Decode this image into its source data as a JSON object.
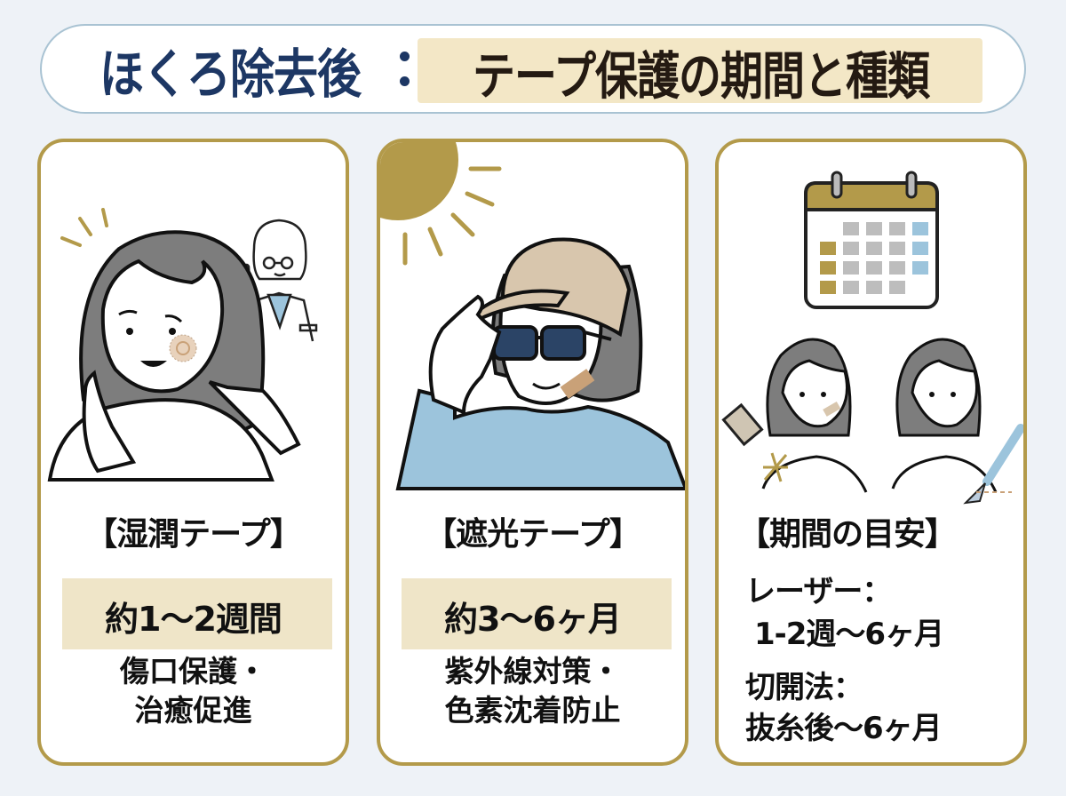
{
  "header": {
    "title_main": "ほくろ除去後",
    "title_separator": ":",
    "title_highlight": "テープ保護の期間と種類"
  },
  "cards": [
    {
      "illustration": "woman-touching-cheek-with-patch-and-doctor-advising",
      "heading": "【湿潤テープ】",
      "period": "約1〜2週間",
      "description_lines": [
        "傷口保護・",
        "治癒促進"
      ]
    },
    {
      "illustration": "woman-with-cap-sunglasses-and-tape-under-sun",
      "heading": "【遮光テープ】",
      "period": "約3〜6ヶ月",
      "description_lines": [
        "紫外線対策・",
        "色素沈着防止"
      ]
    },
    {
      "illustration": "calendar-and-two-women-laser-and-scalpel",
      "heading": "【期間の目安】",
      "entries": [
        {
          "label": "レーザー：",
          "value": "1-2週〜6ヶ月"
        },
        {
          "label": "切開法：",
          "value": "抜糸後〜6ヶ月"
        }
      ]
    }
  ],
  "colors": {
    "background": "#eef2f7",
    "title_navy": "#1d3764",
    "title_pill_border": "#a9c3d3",
    "highlight": "#f3e7c6",
    "gold": "#b39a4a",
    "period_box": "#efe5c8",
    "hair_gray": "#7d7d7d",
    "shirt_blue": "#9cc4dc",
    "cap_beige": "#d8c6ad",
    "tape_tan": "#c9a178"
  }
}
